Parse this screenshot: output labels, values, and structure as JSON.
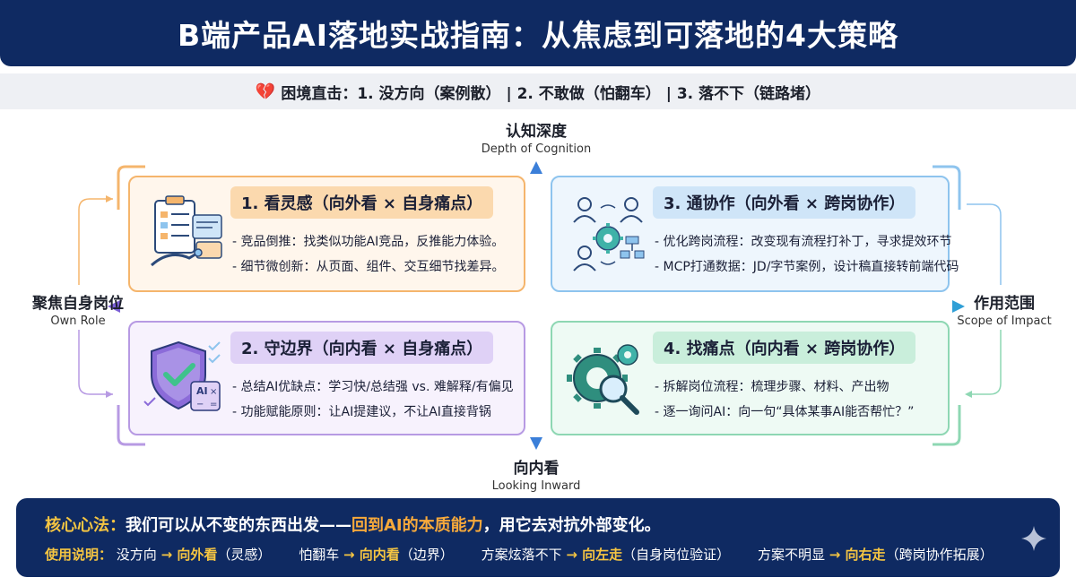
{
  "title": "B端产品AI落地实战指南：从焦虑到可落地的4大策略",
  "dilemma": "困境直击：1. 没方向（案例散） | 2. 不敢做（怕翻车） | 3. 落不下（链路堵）",
  "axes": {
    "top": {
      "zh": "认知深度",
      "en": "Depth of Cognition"
    },
    "bottom": {
      "zh": "向内看",
      "en": "Looking Inward"
    },
    "left": {
      "zh": "聚焦自身岗位",
      "en": "Own Role"
    },
    "right": {
      "zh": "作用范围",
      "en": "Scope of Impact"
    }
  },
  "quadrants": [
    {
      "title": "1. 看灵感（向外看 × 自身痛点）",
      "bullets": [
        "- 竞品倒推：找类似功能AI竞品，反推能力体验。",
        "- 细节微创新：从页面、组件、交互细节找差异。"
      ]
    },
    {
      "title": "2. 守边界（向内看 × 自身痛点）",
      "bullets": [
        "- 总结AI优缺点：学习快/总结强 vs. 难解释/有偏见",
        "- 功能赋能原则：让AI提建议，不让AI直接背锅"
      ]
    },
    {
      "title": "3. 通协作（向外看 × 跨岗协作）",
      "bullets": [
        "- 优化跨岗流程：改变现有流程打补丁，寻求提效环节",
        "- MCP打通数据：JD/字节案例，设计稿直接转前端代码"
      ]
    },
    {
      "title": "4. 找痛点（向内看 × 跨岗协作）",
      "bullets": [
        "- 拆解岗位流程：梳理步骤、材料、产出物",
        "- 逐一询问AI：向一句“具体某事AI能否帮忙？”"
      ]
    }
  ],
  "core": {
    "label": "核心心法：",
    "text_a": "我们可以从不变的东西出发——",
    "highlight": "回到AI的本质能力",
    "text_b": "，用它去对抗外部变化。"
  },
  "usage": {
    "label": "使用说明：",
    "items": [
      {
        "from": "没方向",
        "to": "→ 向外看",
        "note": "（灵感）"
      },
      {
        "from": "怕翻车",
        "to": "→ 向内看",
        "note": "（边界）"
      },
      {
        "from": "方案炫落不下",
        "to": "→ 向左走",
        "note": "（自身岗位验证）"
      },
      {
        "from": "方案不明显",
        "to": "→ 向右走",
        "note": "（跨岗协作拓展）"
      }
    ]
  },
  "colors": {
    "navy": "#0f2a62",
    "orange": "#f5b56c",
    "purple": "#b79ae3",
    "blue": "#8ec4ee",
    "green": "#8ed7b3",
    "highlight": "#f5c542"
  },
  "icons": [
    "broken-heart-icon",
    "clipboard-robot-icon",
    "shield-check-ai-icon",
    "team-gear-flow-icon",
    "gear-magnifier-icon",
    "sparkle-icon"
  ]
}
